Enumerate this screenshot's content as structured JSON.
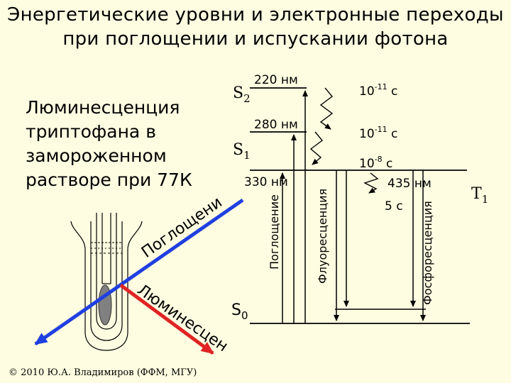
{
  "title": {
    "line1": "Энергетические уровни и электронные переходы",
    "line2": "при поглощении и испускании фотона"
  },
  "luminescence_note": {
    "lines": [
      "Люминесценция",
      "триптофана в",
      "замороженном",
      "растворе при 77К"
    ]
  },
  "levels": {
    "s2": {
      "name": "S",
      "sub": "2"
    },
    "s1": {
      "name": "S",
      "sub": "1"
    },
    "s0": {
      "name": "S",
      "sub": "0"
    },
    "t1": {
      "name": "T",
      "sub": "1"
    }
  },
  "wavelengths": {
    "w220": "220 нм",
    "w280": "280 нм",
    "w330": "330 нм",
    "w435": "435 нм"
  },
  "times": {
    "t1_base": "10",
    "t1_exp": "-11",
    "t1_unit": " с",
    "t2_base": "10",
    "t2_exp": "-11",
    "t2_unit": " с",
    "t3_base": "10",
    "t3_exp": "-8",
    "t3_unit": " с",
    "t4": "5 с"
  },
  "processes": {
    "absorption": "Поглощение",
    "fluorescence": "Флуоресценция",
    "phosphorescence": "Фосфоресценция"
  },
  "rays": {
    "absorption": "Поглощение",
    "luminescence": "Люминесценция"
  },
  "copyright": "© 2010 Ю.А. Владимиров (ФФМ, МГУ)",
  "colors": {
    "background": "#fefde1",
    "absorption_ray": "#1f3fe0",
    "luminescence_ray": "#e02424"
  }
}
